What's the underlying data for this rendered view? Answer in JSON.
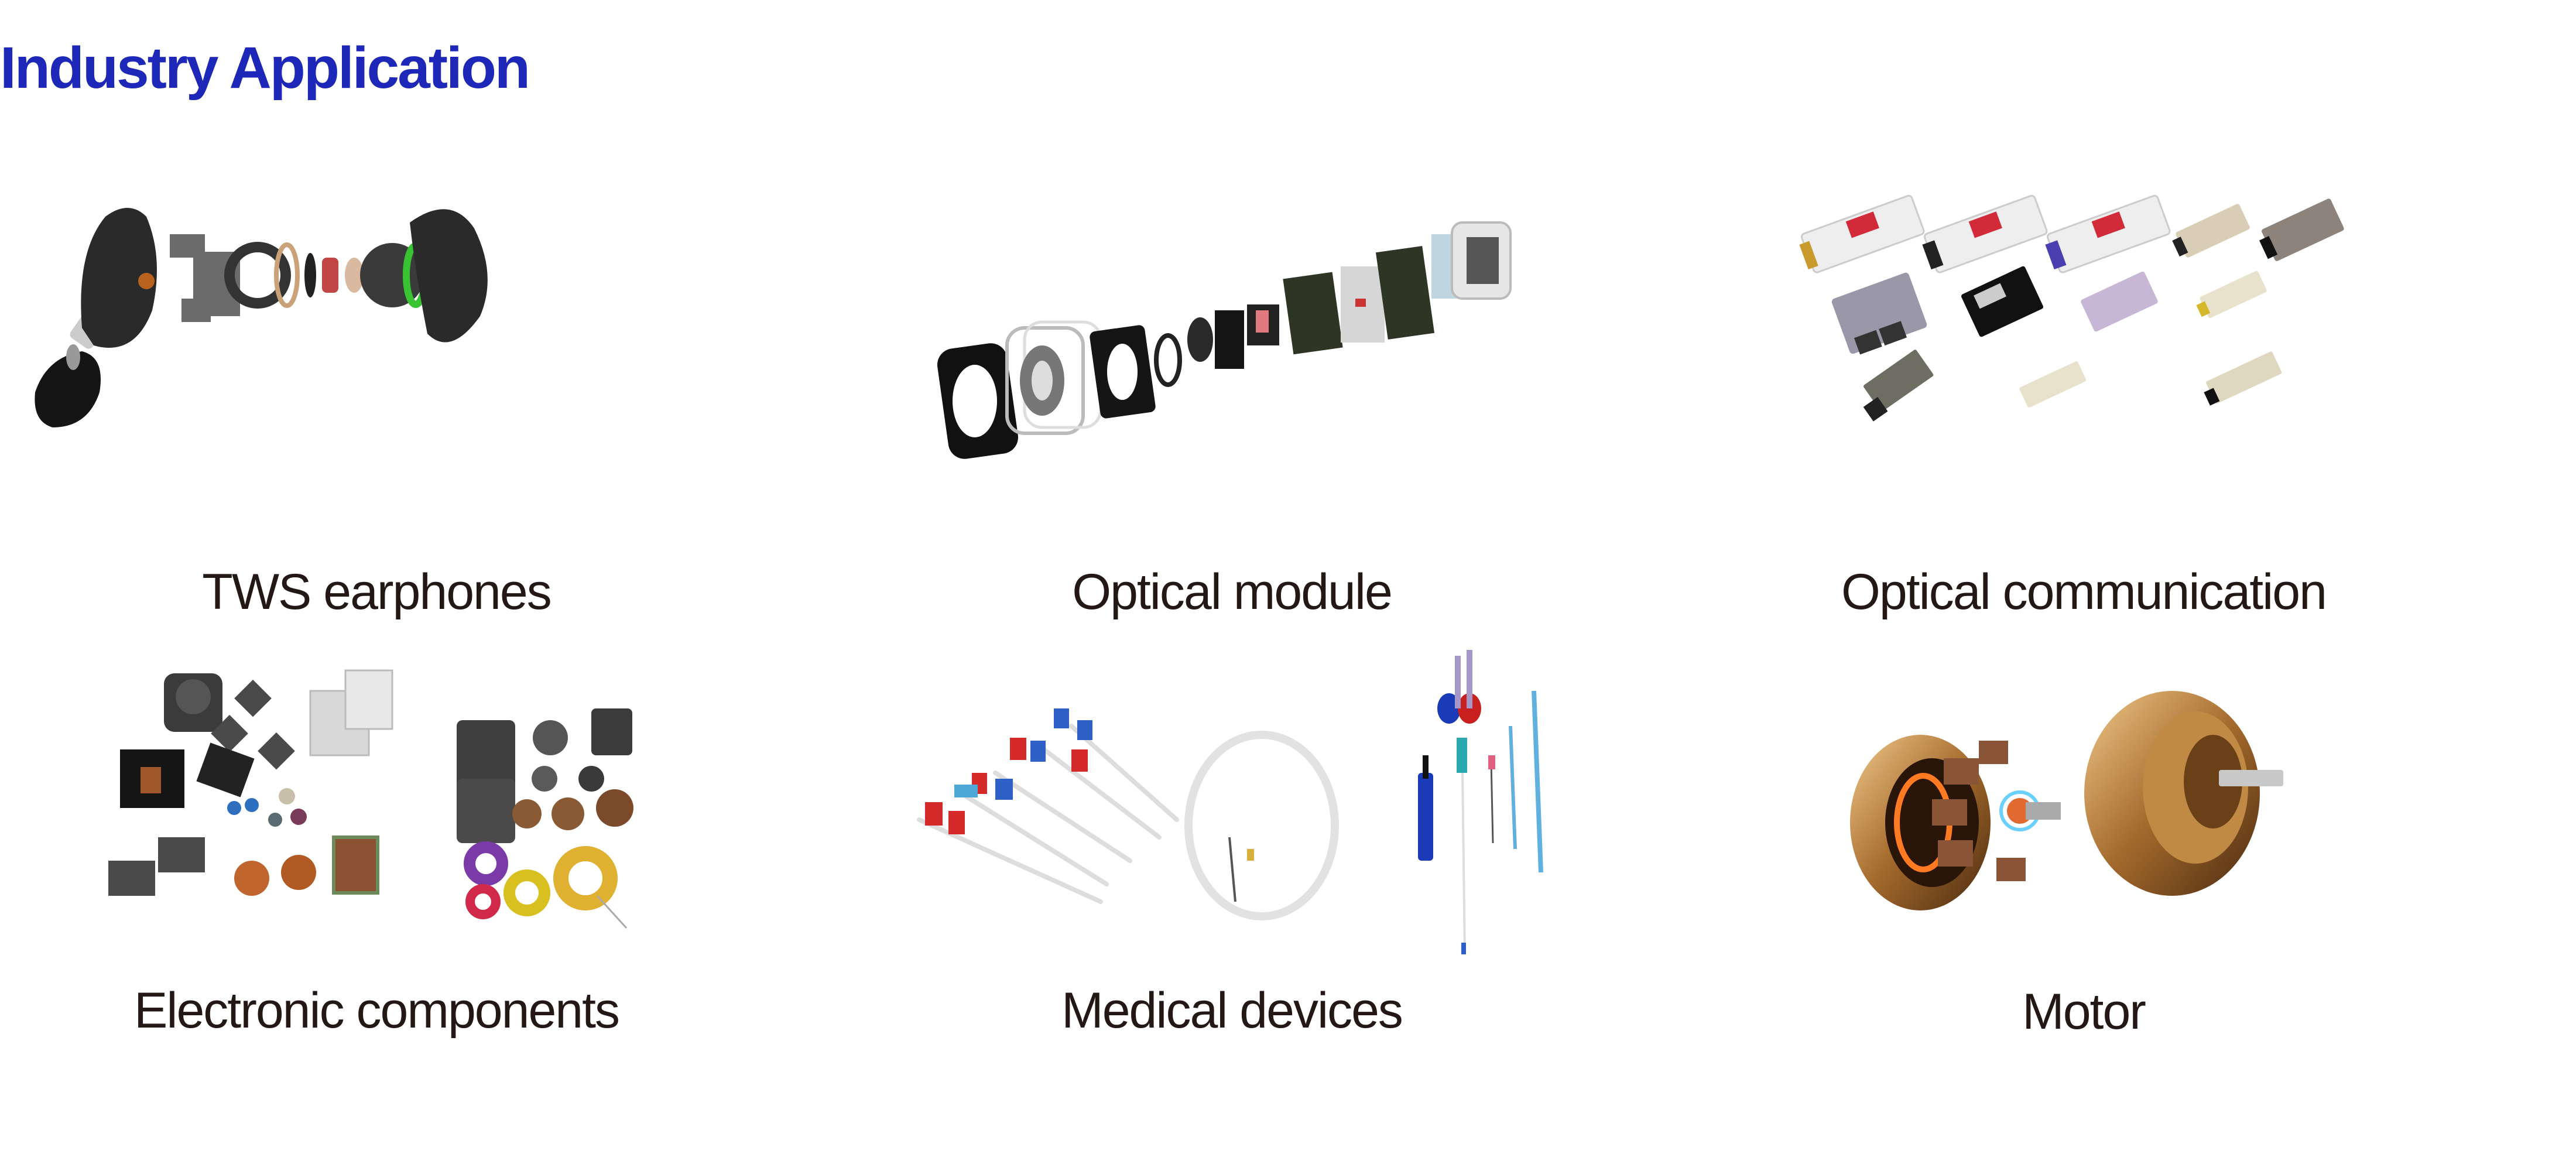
{
  "header": {
    "title": "Industry Application"
  },
  "theme": {
    "title_color": "#1E28B8",
    "label_color": "#231815",
    "background": "#FFFFFF"
  },
  "applications": [
    {
      "label": "TWS earphones",
      "image": "tws-earphones-exploded-view"
    },
    {
      "label": "Optical module",
      "image": "optical-module-exploded-view"
    },
    {
      "label": "Optical communication",
      "image": "optical-transceiver-modules"
    },
    {
      "label": "Electronic components",
      "image": "inductors-and-coils"
    },
    {
      "label": "Medical devices",
      "image": "catheters-and-syringes"
    },
    {
      "label": "Motor",
      "image": "motor-rotor-and-stator"
    }
  ]
}
